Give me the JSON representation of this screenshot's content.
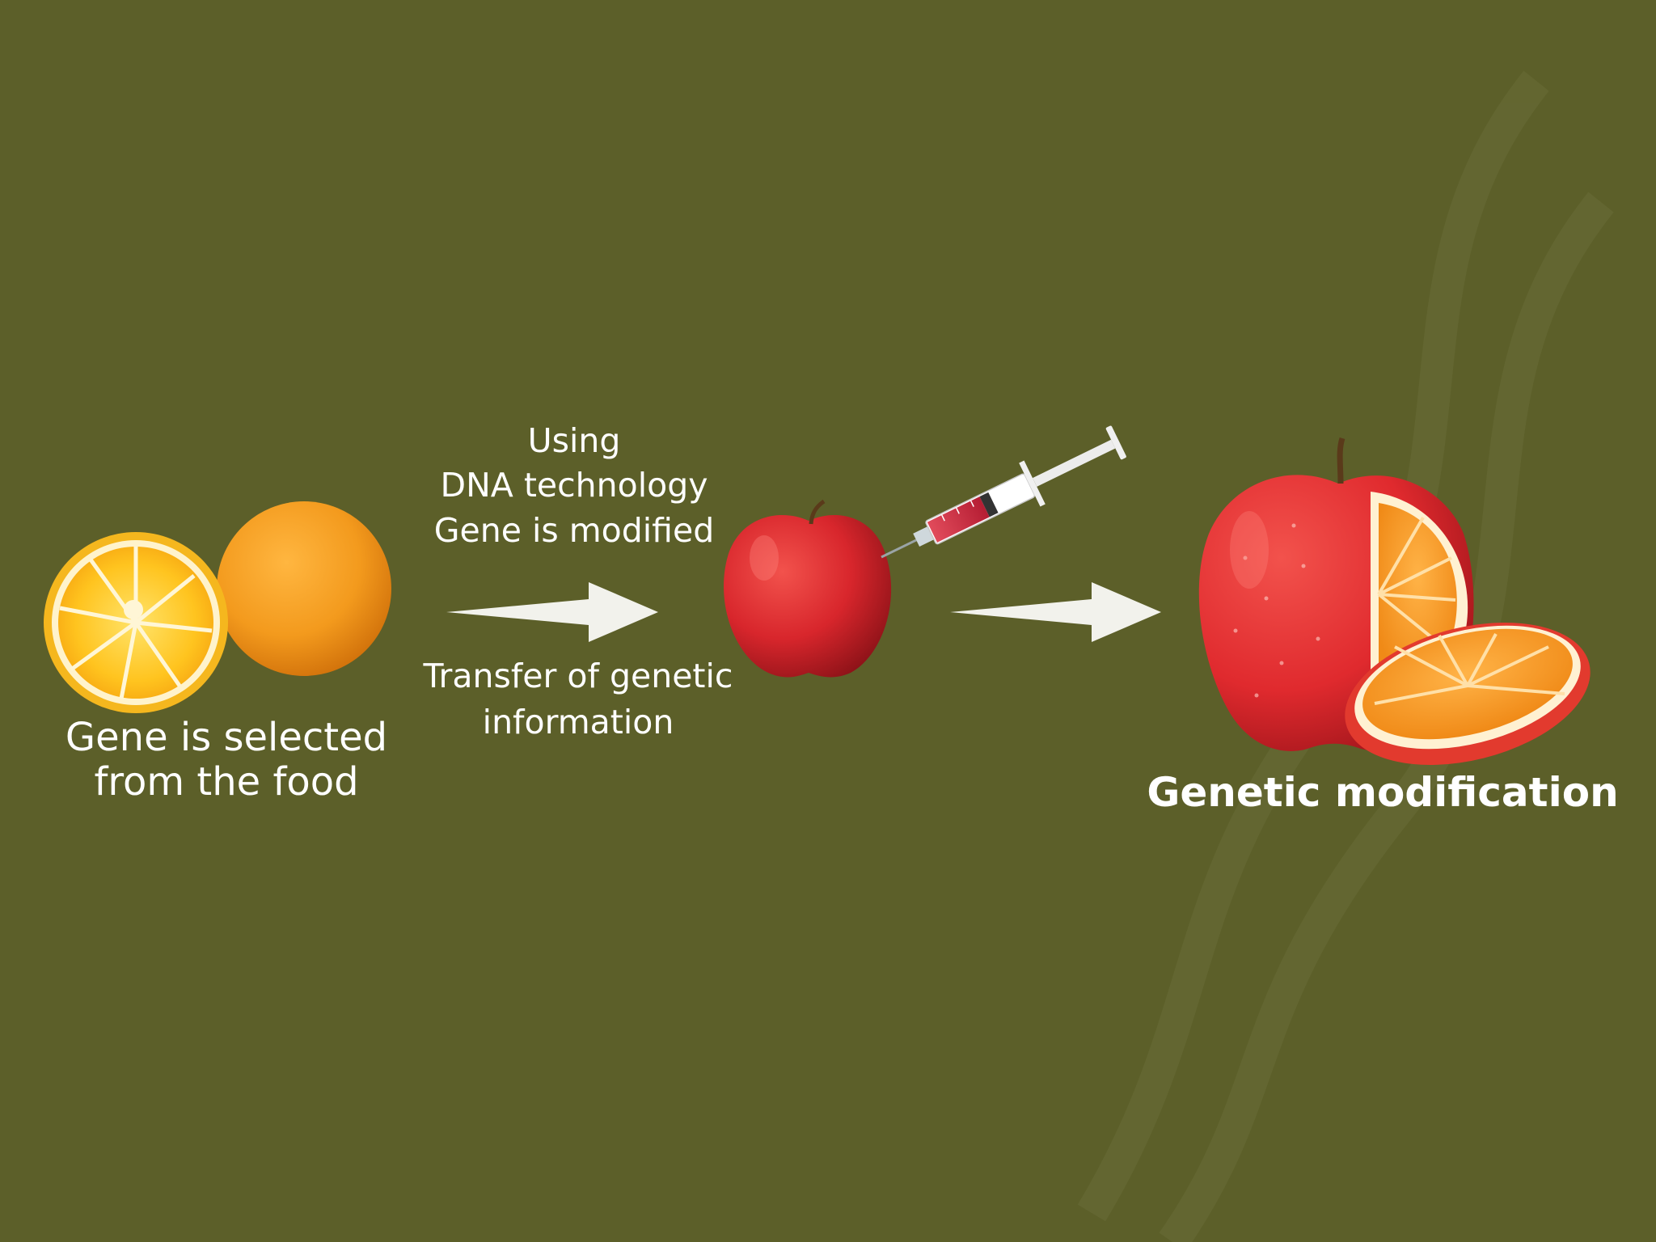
{
  "colors": {
    "background": "#5c5f29",
    "text": "#ffffff",
    "orange": "#f39a1d",
    "apple_red": "#d8262c"
  },
  "steps": [
    {
      "id": "source",
      "lines": [
        "Gene is selected",
        "from the food"
      ]
    },
    {
      "id": "process_top",
      "lines": [
        "Using",
        "DNA technology",
        "Gene is modified"
      ]
    },
    {
      "id": "process_bottom",
      "lines": [
        "Transfer of genetic",
        "information"
      ]
    },
    {
      "id": "result",
      "lines": [
        "Genetic modification"
      ]
    }
  ],
  "icons": [
    "orange-halves-icon",
    "arrow-right-icon",
    "apple-icon",
    "syringe-icon",
    "arrow-right-icon",
    "apple-orange-hybrid-icon"
  ]
}
